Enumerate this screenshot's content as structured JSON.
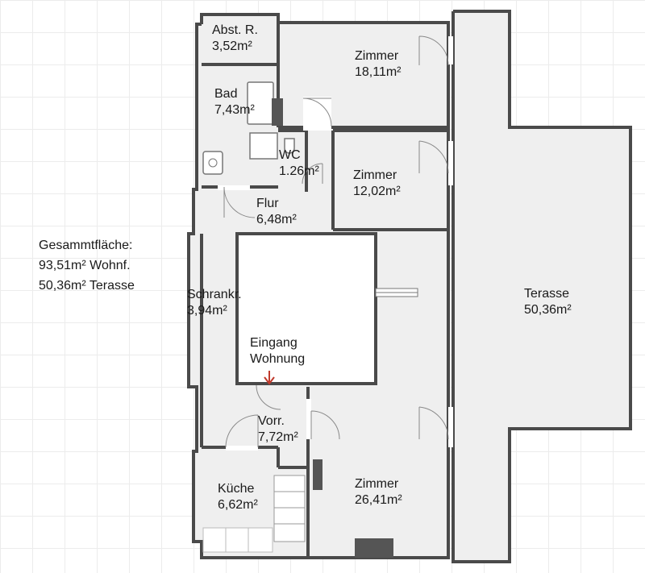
{
  "summary": {
    "title": "Gesammtfläche:",
    "line1": "93,51m² Wohnf.",
    "line2": "50,36m² Terasse"
  },
  "rooms": {
    "abstellraum": {
      "name": "Abst. R.",
      "area": "3,52m²"
    },
    "bad": {
      "name": "Bad",
      "area": "7,43m²"
    },
    "wc": {
      "name": "WC",
      "area": "1.26m²"
    },
    "zimmer1": {
      "name": "Zimmer",
      "area": "18,11m²"
    },
    "zimmer2": {
      "name": "Zimmer",
      "area": "12,02m²"
    },
    "flur": {
      "name": "Flur",
      "area": "6,48m²"
    },
    "schrankraum": {
      "name": "Schrankr.",
      "area": "3,94m²"
    },
    "terasse": {
      "name": "Terasse",
      "area": "50,36m²"
    },
    "vorraum": {
      "name": "Vorr.",
      "area": "7,72m²"
    },
    "kueche": {
      "name": "Küche",
      "area": "6,62m²"
    },
    "zimmer3": {
      "name": "Zimmer",
      "area": "26,41m²"
    }
  },
  "entrance": {
    "line1": "Eingang",
    "line2": "Wohnung",
    "arrow_color": "#c0392b"
  },
  "colors": {
    "floor": "#efefef",
    "wall": "#4a4a4a",
    "grid": "#ececec",
    "fixture": "#555555"
  }
}
